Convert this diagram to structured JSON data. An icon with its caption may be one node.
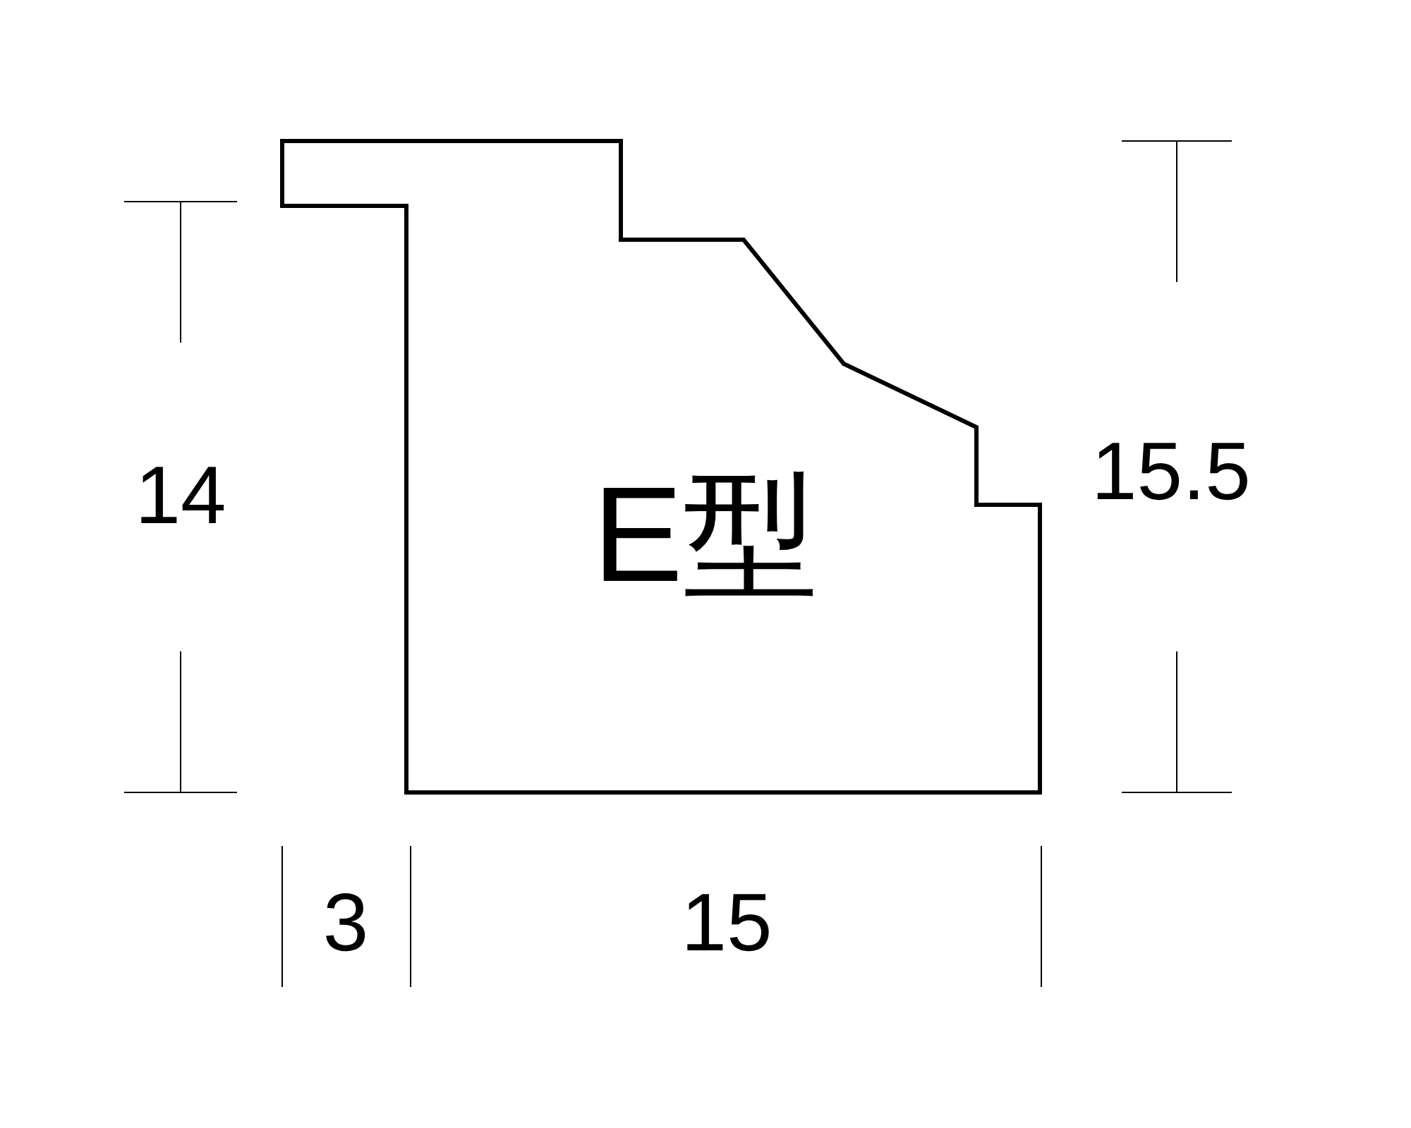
{
  "diagram": {
    "nodes": [
      {
        "text": [
          "E型"
        ]
      }
    ],
    "edges": [],
    "labels": [
      "14",
      "15.5",
      "3",
      "15"
    ]
  }
}
